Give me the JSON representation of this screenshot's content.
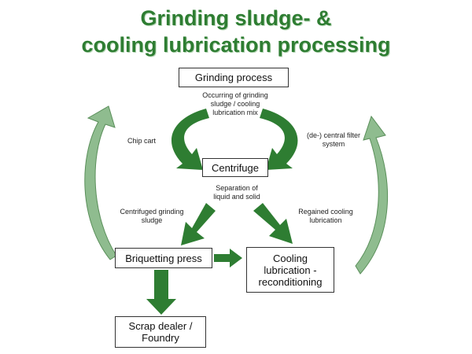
{
  "title": {
    "line1": "Grinding sludge- &",
    "line2": "cooling lubrication processing"
  },
  "nodes": {
    "grinding_process": "Grinding process",
    "centrifuge": "Centrifuge",
    "briquetting_press": "Briquetting press",
    "cooling_reconditioning": "Cooling lubrication - reconditioning",
    "scrap_dealer": "Scrap dealer / Foundry"
  },
  "labels": {
    "occurring": "Occurring of grinding sludge / cooling lubrication mix",
    "chip_cart": "Chip cart",
    "central_filter": "(de-) central filter system",
    "separation": "Separation of liquid and solid",
    "centrifuged_sludge": "Centrifuged grinding sludge",
    "regained_cooling": "Regained cooling lubrication"
  },
  "colors": {
    "title_green": "#2e7d32",
    "arrow_dark": "#2e7d32",
    "arrow_light": "#8fbc8f"
  }
}
